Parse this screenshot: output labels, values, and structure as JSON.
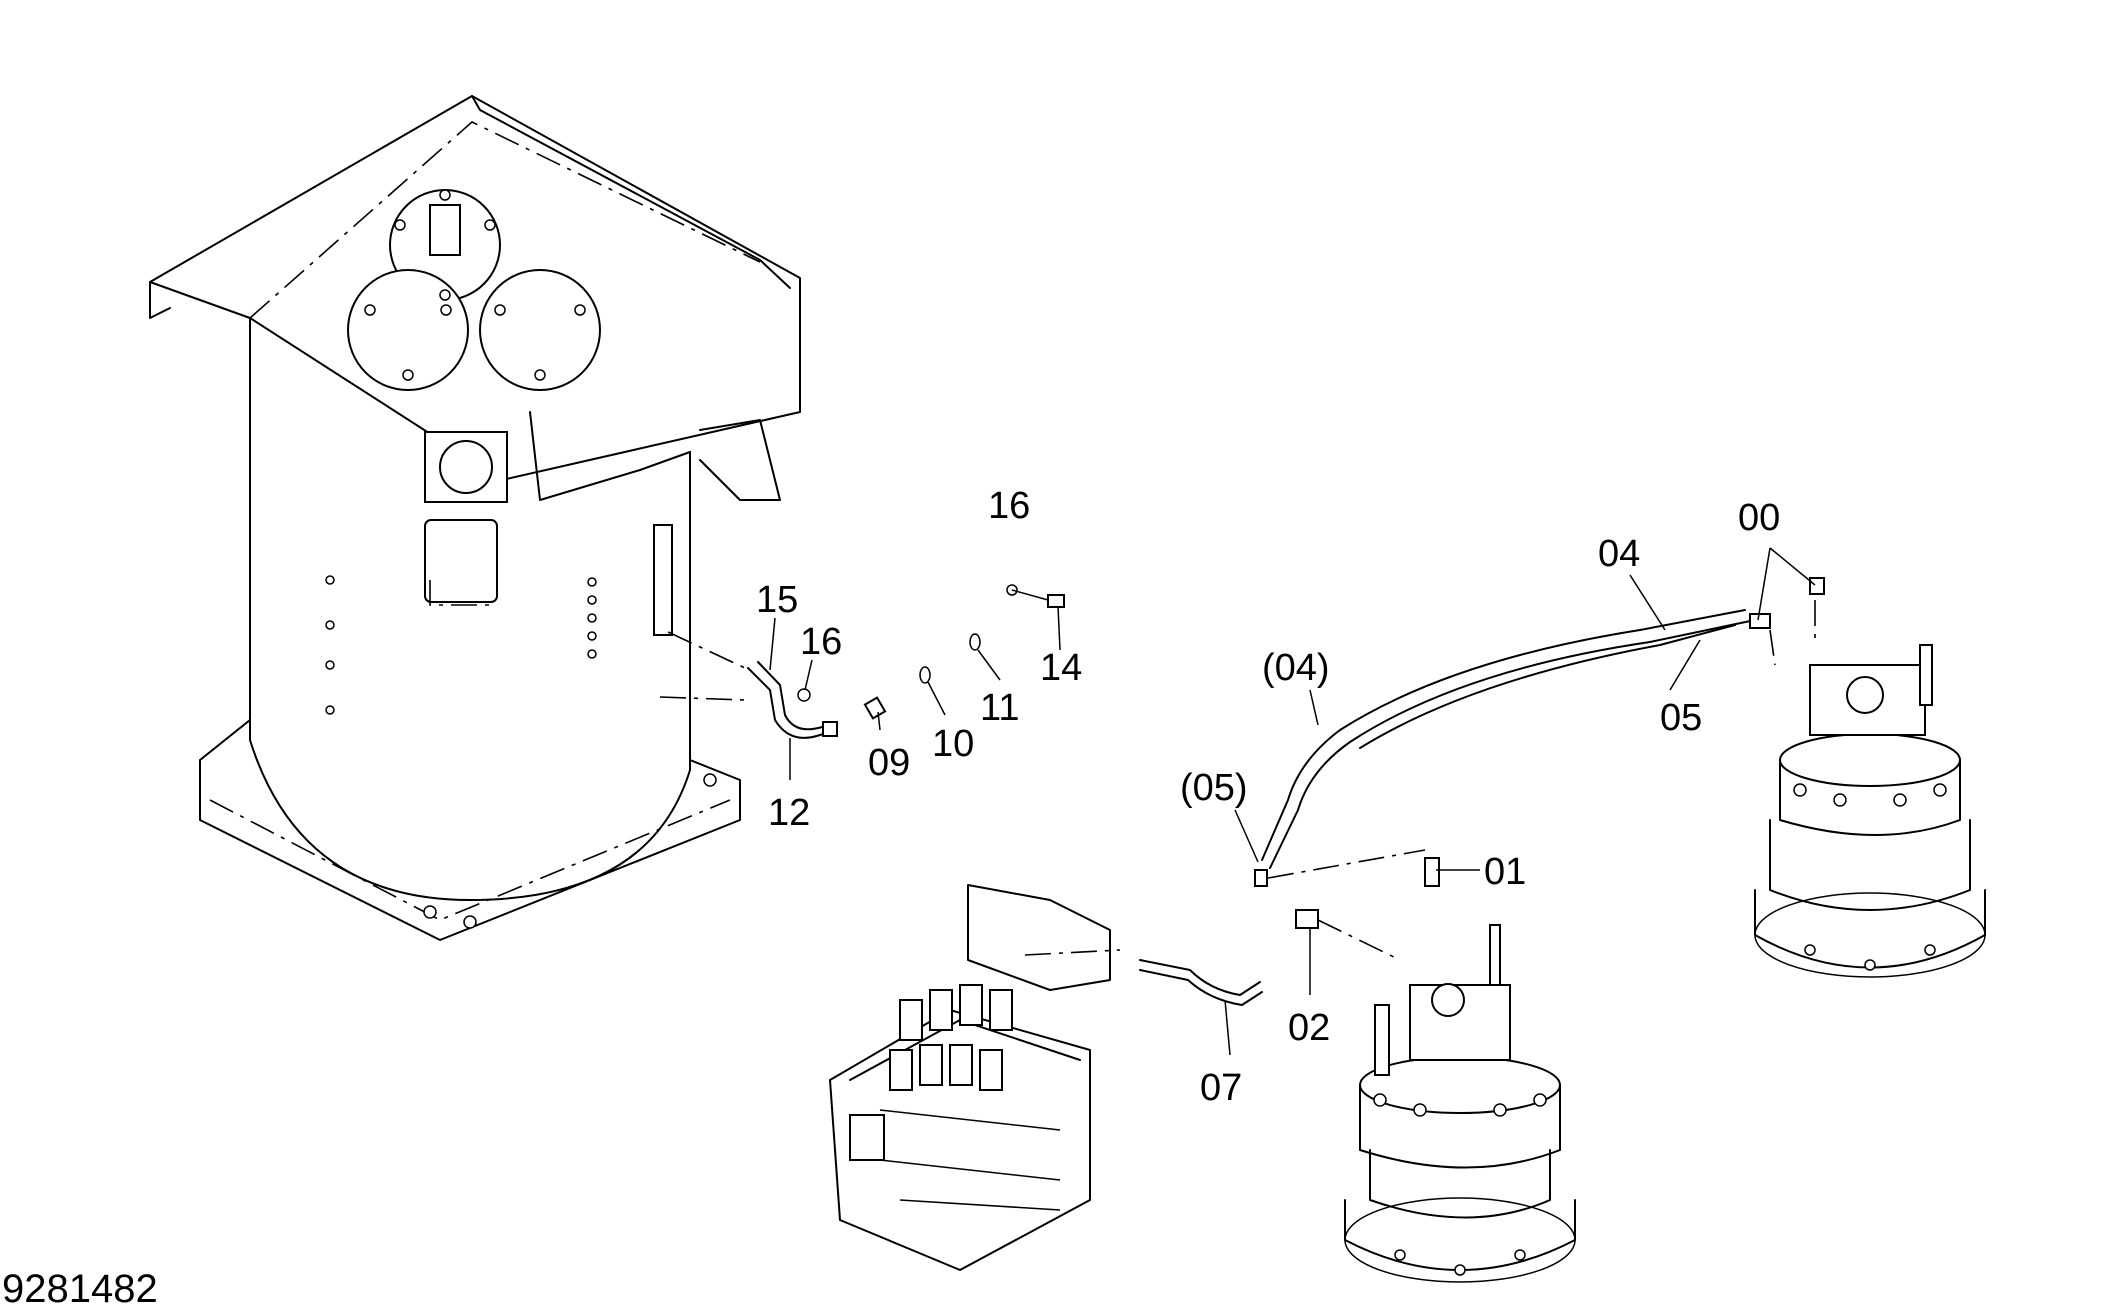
{
  "document_number": "9281482",
  "callouts": {
    "c00": "00",
    "c01": "01",
    "c02": "02",
    "c04": "04",
    "c04p": "(04)",
    "c05": "05",
    "c05p": "(05)",
    "c07": "07",
    "c09": "09",
    "c10": "10",
    "c11": "11",
    "c12": "12",
    "c14": "14",
    "c15": "15",
    "c16a": "16",
    "c16b": "16"
  }
}
